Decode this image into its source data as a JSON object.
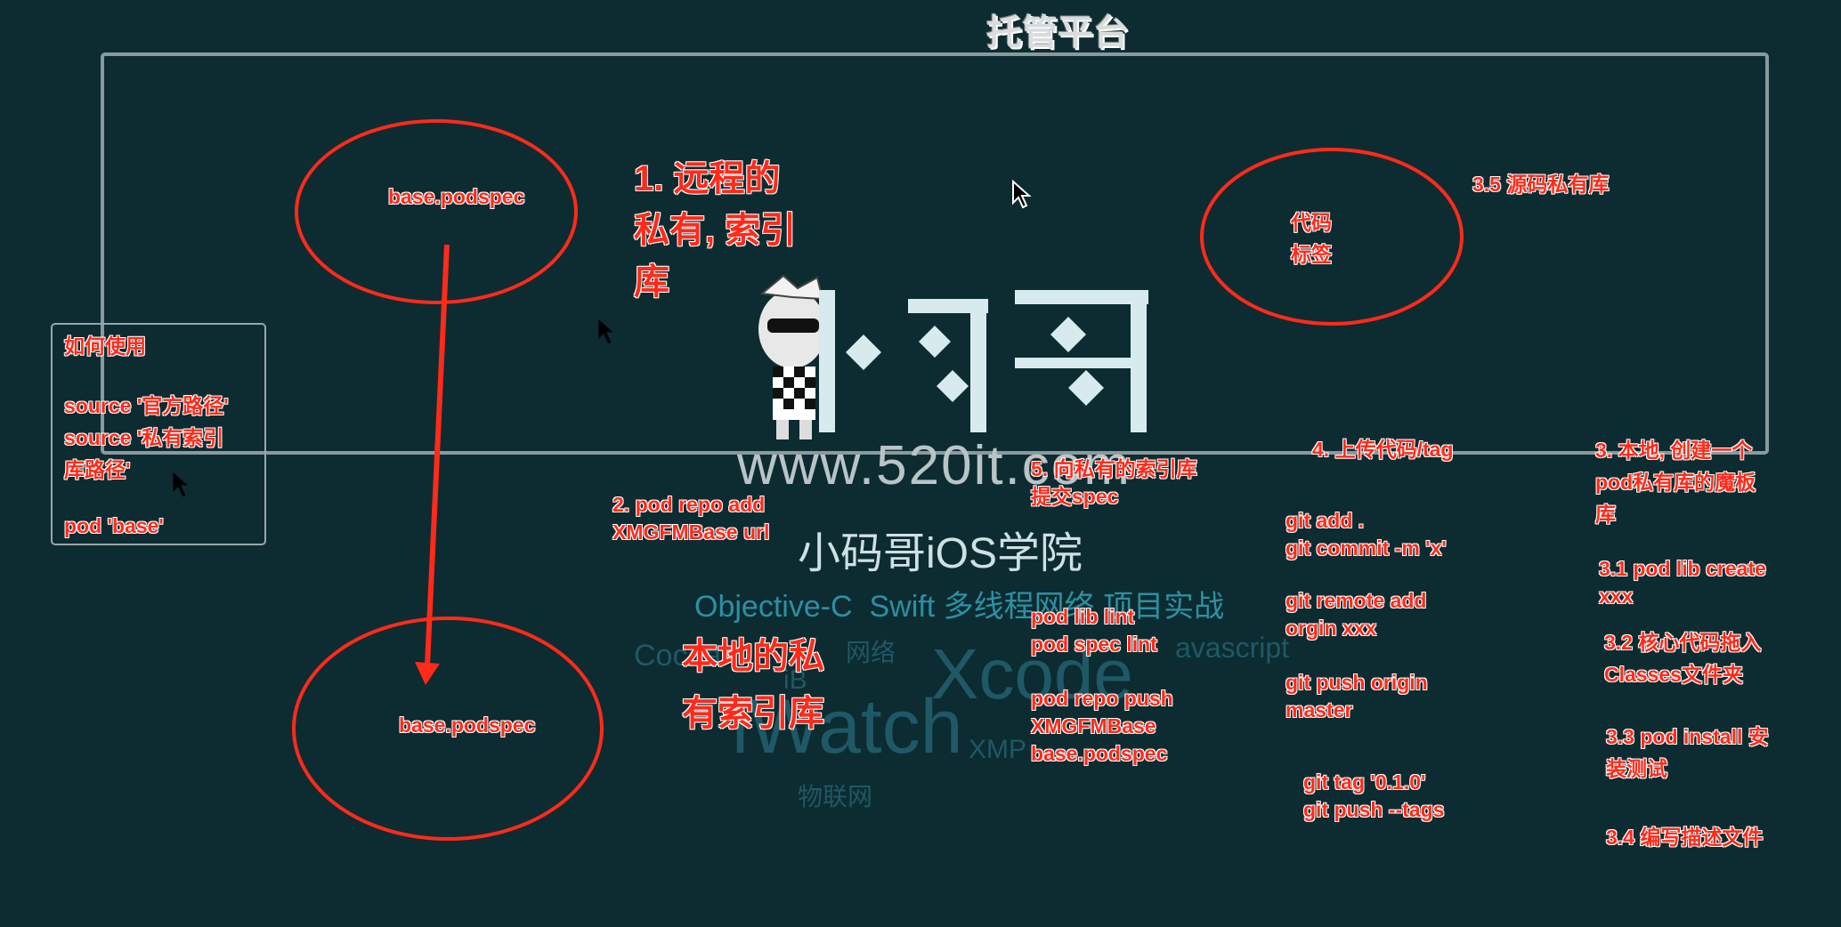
{
  "title": "托管平台",
  "watermark": {
    "logo_text": "小码哥",
    "url": "www.520it.com",
    "academy": "小码哥iOS学院",
    "tags": "Objective-C  Swift 多线程网络 项目实战",
    "faint_words": [
      "Cocoa",
      "Xcode",
      "iWatch",
      "XMP",
      "物联网",
      "avascript",
      "iB",
      "网络"
    ]
  },
  "remote": {
    "node_label": "base.podspec",
    "caption": "1. 远程的\n私有, 索引\n库"
  },
  "code_tag": {
    "label": "代码\n标签",
    "caption": "3.5 源码私有库"
  },
  "usage": {
    "title": "如何使用",
    "lines": "source '官方路径'\nsource '私有索引\n库路径'",
    "pod": "pod 'base'"
  },
  "local": {
    "node_label": "base.podspec",
    "caption": "本地的私\n有索引库"
  },
  "steps": {
    "step2": "2. pod repo add\nXMGFMBase url",
    "step5_title": "5. 向私有的索引库\n提交spec",
    "step5_lint": "pod lib lint\npod spec lint",
    "step5_push": "pod repo push\nXMGFMBase\nbase.podspec",
    "step4_title": "4. 上传代码/tag",
    "git_add": "git add .\ngit commit -m 'x'",
    "git_remote": "git remote add\norgin xxx",
    "git_push": "git push origin\nmaster",
    "git_tag": "git tag '0.1.0'\ngit push --tags",
    "step3_title": "3. 本地, 创建一个\npod私有库的魔板\n库",
    "step31": "3.1 pod lib create\nxxx",
    "step32": "3.2 核心代码拖入\nClasses文件夹",
    "step33": "3.3 pod install 安\n装测试",
    "step34": "3.4 编写描述文件"
  },
  "colors": {
    "background": "#0c2c31",
    "annotation_red": "#ff2a1a",
    "frame_gray": "#8a9a9c"
  },
  "icons": [
    "mouse-cursor-icon",
    "cartoon-mascot-icon",
    "xiaomage-logo-icon"
  ]
}
